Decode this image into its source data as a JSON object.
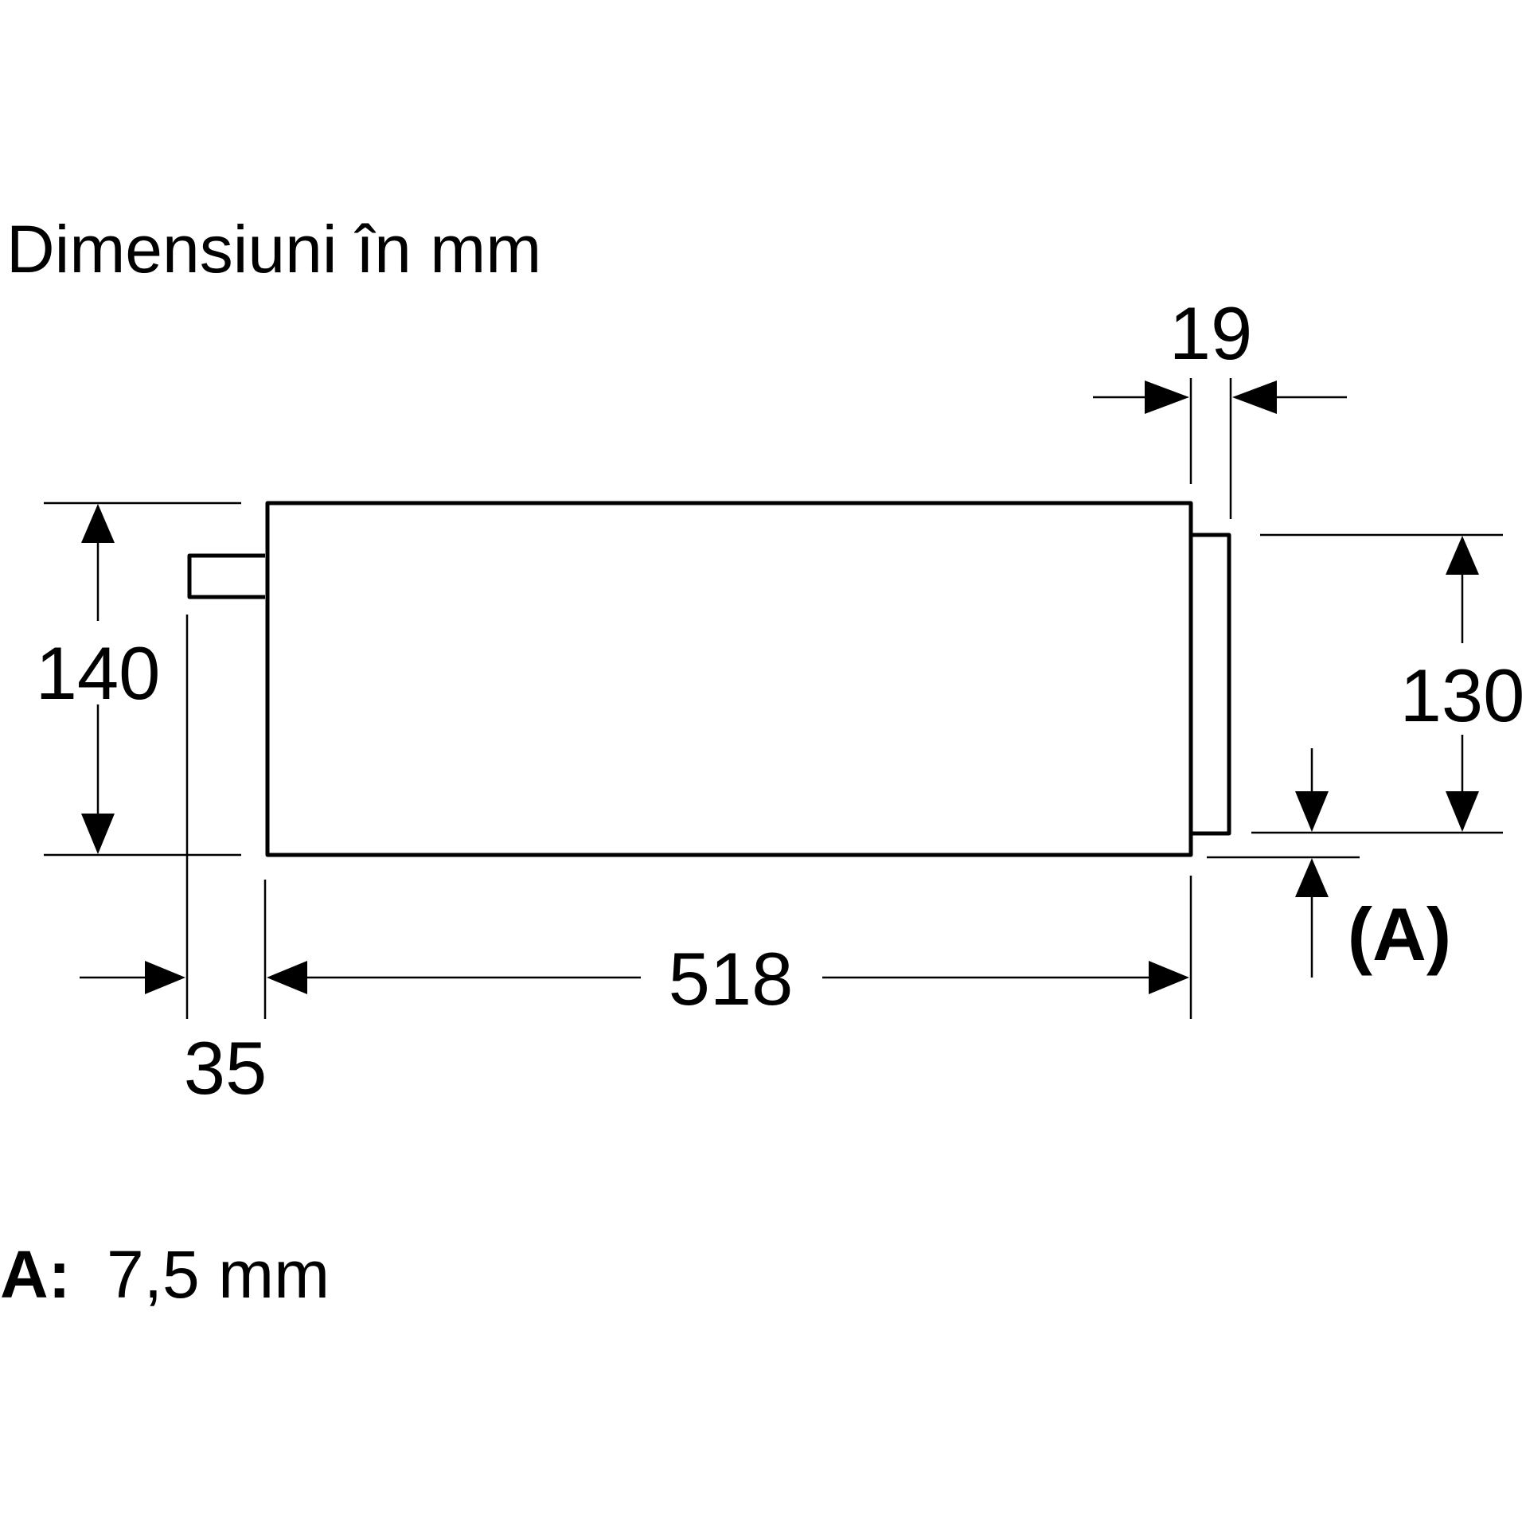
{
  "title": "Dimensiuni în mm",
  "dimensions": {
    "height_total": "140",
    "height_front": "130",
    "depth": "518",
    "front_thickness": "19",
    "rear_offset": "35",
    "gap_marker": "(A)"
  },
  "legend": {
    "key": "A:",
    "value": "7,5 mm"
  }
}
